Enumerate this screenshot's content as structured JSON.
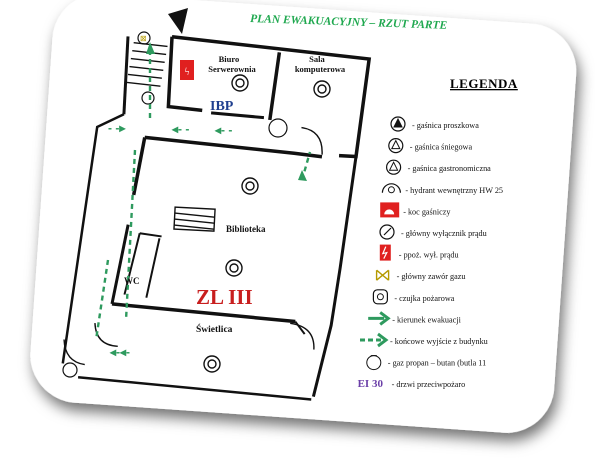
{
  "title": "PLAN EWAKUACYJNY – RZUT PARTE",
  "rooms": {
    "server_room": "Biuro\nSerwerownia",
    "computer_room": "Sala\nkomputerowa",
    "ibp": "IBP",
    "library": "Biblioteka",
    "wc": "WC",
    "zone": "ZL III",
    "common_room": "Świetlica"
  },
  "legend": {
    "title": "LEGENDA",
    "items": [
      {
        "icon": "powder-extinguisher-icon",
        "label": "- gaśnica proszkowa"
      },
      {
        "icon": "snow-extinguisher-icon",
        "label": "- gaśnica śniegowa"
      },
      {
        "icon": "gastronomic-extinguisher-icon",
        "label": "- gaśnica gastronomiczna"
      },
      {
        "icon": "hydrant-icon",
        "label": "- hydrant wewnętrzny HW 25"
      },
      {
        "icon": "fire-blanket-icon",
        "label": "- koc gaśniczy"
      },
      {
        "icon": "main-power-switch-icon",
        "label": "- główny wyłącznik prądu"
      },
      {
        "icon": "fire-power-switch-icon",
        "label": "- ppoż. wył. prądu"
      },
      {
        "icon": "gas-valve-icon",
        "label": "- główny zawór gazu"
      },
      {
        "icon": "fire-detector-icon",
        "label": "- czujka pożarowa"
      },
      {
        "icon": "evacuation-direction-icon",
        "label": "- kierunek ewakuacji"
      },
      {
        "icon": "final-exit-icon",
        "label": "- końcowe wyjście z budynku"
      },
      {
        "icon": "propane-butane-icon",
        "label": "- gaz propan – butan (butla 11"
      },
      {
        "icon": "ei30-door-icon",
        "code": "EI 30",
        "label": "- drzwi przeciwpożaro"
      }
    ]
  },
  "colors": {
    "title": "#1fa84f",
    "arrow": "#2e9a5e",
    "ibp": "#1f3f8f",
    "zone": "#c81e1e",
    "red_icon": "#e0201f",
    "ei30": "#6b3fa8",
    "wall": "#111111"
  }
}
